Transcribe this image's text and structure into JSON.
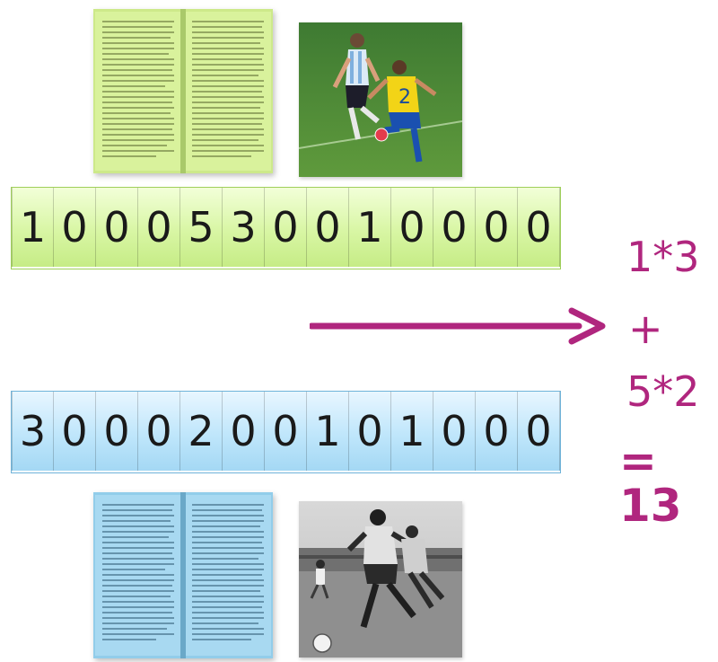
{
  "vectors": {
    "top": {
      "values": [
        "1",
        "0",
        "0",
        "0",
        "5",
        "3",
        "0",
        "0",
        "1",
        "0",
        "0",
        "0",
        "0"
      ],
      "color": "#d6f3a0"
    },
    "bottom": {
      "values": [
        "3",
        "0",
        "0",
        "0",
        "2",
        "0",
        "0",
        "1",
        "0",
        "1",
        "0",
        "0",
        "0"
      ],
      "color": "#bde4fa"
    }
  },
  "calculation": {
    "term1": "1*3",
    "op": "+",
    "term2": "5*2",
    "result": "= 13",
    "color": "#b0267e"
  },
  "images": {
    "top_left": "green-book",
    "top_right": "modern-soccer-photo",
    "bottom_left": "blue-book",
    "bottom_right": "vintage-soccer-photo"
  }
}
